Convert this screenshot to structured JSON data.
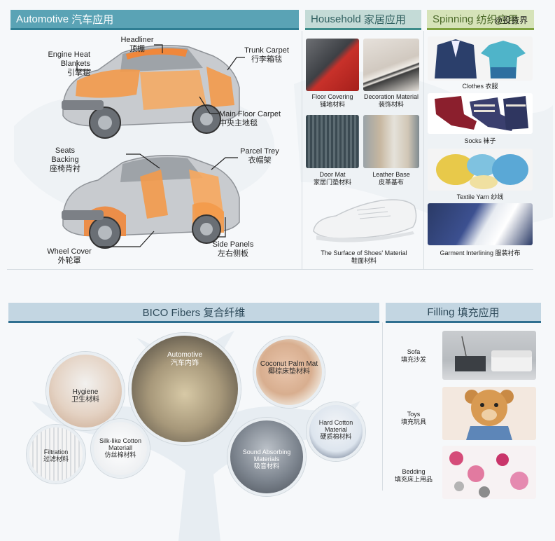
{
  "watermark": "@投资界",
  "automotive": {
    "header_en": "Automotive",
    "header_cn": "汽车应用",
    "labels": [
      {
        "en": "Headliner",
        "cn": "顶棚"
      },
      {
        "en": "Engine Heat Blankets",
        "cn": "引擎毯"
      },
      {
        "en": "Trunk Carpet",
        "cn": "行李箱毯"
      },
      {
        "en": "Main Floor Carpet",
        "cn": "中央主地毯"
      },
      {
        "en": "Seats Backing",
        "cn": "座椅背衬"
      },
      {
        "en": "Parcel Trey",
        "cn": "衣帽架"
      },
      {
        "en": "Wheel Cover",
        "cn": "外轮罩"
      },
      {
        "en": "Side Panels",
        "cn": "左右侧板"
      }
    ]
  },
  "household": {
    "header_en": "Household",
    "header_cn": "家居应用",
    "items": [
      {
        "en": "Floor Covering",
        "cn": "铺地材料"
      },
      {
        "en": "Decoration Material",
        "cn": "装饰材料"
      },
      {
        "en": "Door Mat",
        "cn": "家居门垫材料"
      },
      {
        "en": "Leather Base",
        "cn": "皮革基布"
      },
      {
        "en": "The Surface of Shoes' Material",
        "cn": "鞋面材料"
      }
    ]
  },
  "spinning": {
    "header_en": "Spinning",
    "header_cn": "纺织应用",
    "items": [
      {
        "label": "Clothes 衣服"
      },
      {
        "label": "Socks 袜子"
      },
      {
        "label": "Textile Yarn 纱线"
      },
      {
        "label": "Garment Interlining 服装衬布"
      }
    ]
  },
  "bico": {
    "header": "BICO Fibers 复合纤维",
    "circles": [
      {
        "en": "Automotive",
        "cn": "汽车内饰"
      },
      {
        "en": "Coconut Palm Mat",
        "cn": "椰棕床垫材料"
      },
      {
        "en": "Hygiene",
        "cn": "卫生材料"
      },
      {
        "en": "Hard Cotton Material",
        "cn": "硬质棉材料"
      },
      {
        "en": "Sound Absorbing Materials",
        "cn": "吸音材料"
      },
      {
        "en": "Silk-like Cotton Materiall",
        "cn": "仿丝棉材料"
      },
      {
        "en": "Filtration",
        "cn": "过滤材料"
      }
    ]
  },
  "filling": {
    "header_en": "Filling",
    "header_cn": "填充应用",
    "items": [
      {
        "en": "Sofa",
        "cn": "填充沙发"
      },
      {
        "en": "Toys",
        "cn": "填充玩具"
      },
      {
        "en": "Bedding",
        "cn": "填充床上用品"
      }
    ]
  },
  "colors": {
    "automotive_header": "#5aa3b5",
    "household_header": "#c4dbd7",
    "spinning_header": "#d6e3b9",
    "bico_header": "#c3d6e2",
    "car_orange": "#f39a4a"
  }
}
